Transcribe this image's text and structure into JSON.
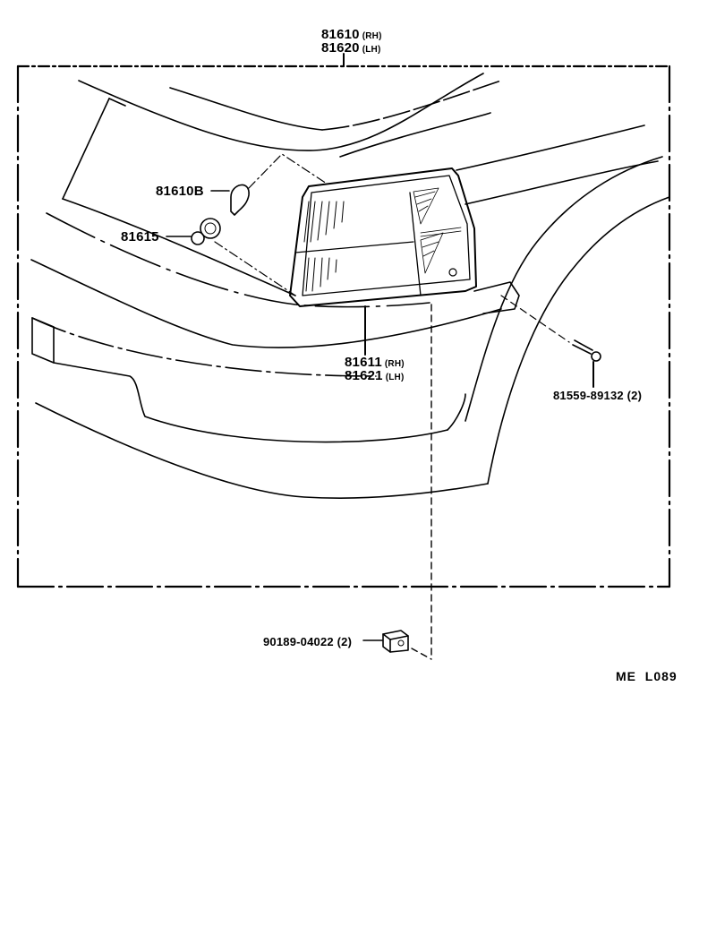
{
  "diagram": {
    "type": "exploded-parts-diagram",
    "subject": "Front side marker / clearance lamp assembly",
    "code": "ME  L089",
    "assembly": {
      "lines": [
        {
          "part": "81610",
          "side": "(RH)"
        },
        {
          "part": "81620",
          "side": "(LH)"
        }
      ]
    },
    "lens": {
      "lines": [
        {
          "part": "81611",
          "side": "(RH)"
        },
        {
          "part": "81621",
          "side": "(LH)"
        }
      ]
    },
    "parts": [
      {
        "id": "bulb",
        "number": "81610B",
        "qty": ""
      },
      {
        "id": "socket",
        "number": "81615",
        "qty": ""
      },
      {
        "id": "screw",
        "number": "81559-89132",
        "qty": "(2)"
      },
      {
        "id": "clip-nut",
        "number": "90189-04022",
        "qty": "(2)"
      }
    ],
    "labels": {
      "bulb": "81610B",
      "socket": "81615",
      "screw": "81559-89132 (2)",
      "nut": "90189-04022 (2)"
    },
    "colors": {
      "ink": "#000000",
      "paper": "#ffffff"
    }
  }
}
